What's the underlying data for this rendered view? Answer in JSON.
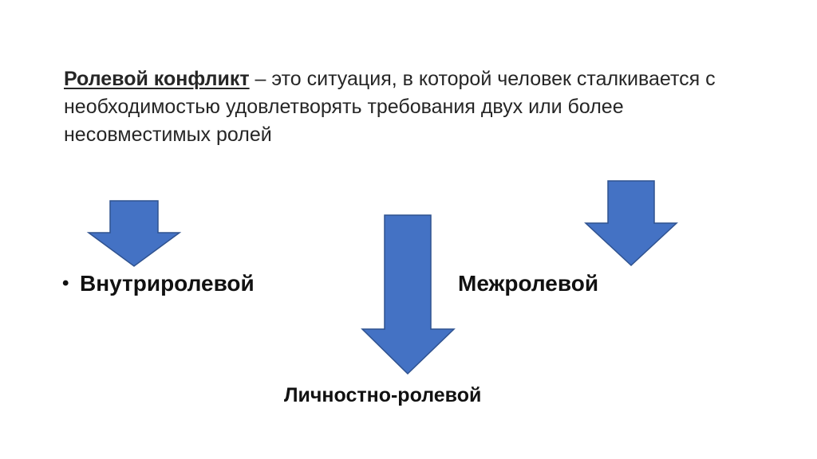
{
  "definition": {
    "term": "Ролевой конфликт",
    "text": " – это ситуация, в которой человек сталкивается с необходимостью удовлетворять требования двух или более несовместимых ролей"
  },
  "diagram": {
    "arrow_color": "#4472C4",
    "arrow_stroke": "#2F528F",
    "labels": {
      "intra_bullet": "•",
      "intra": "Внутриролевой",
      "inter": "Межролевой",
      "personal": "Личностно-ролевой"
    }
  }
}
